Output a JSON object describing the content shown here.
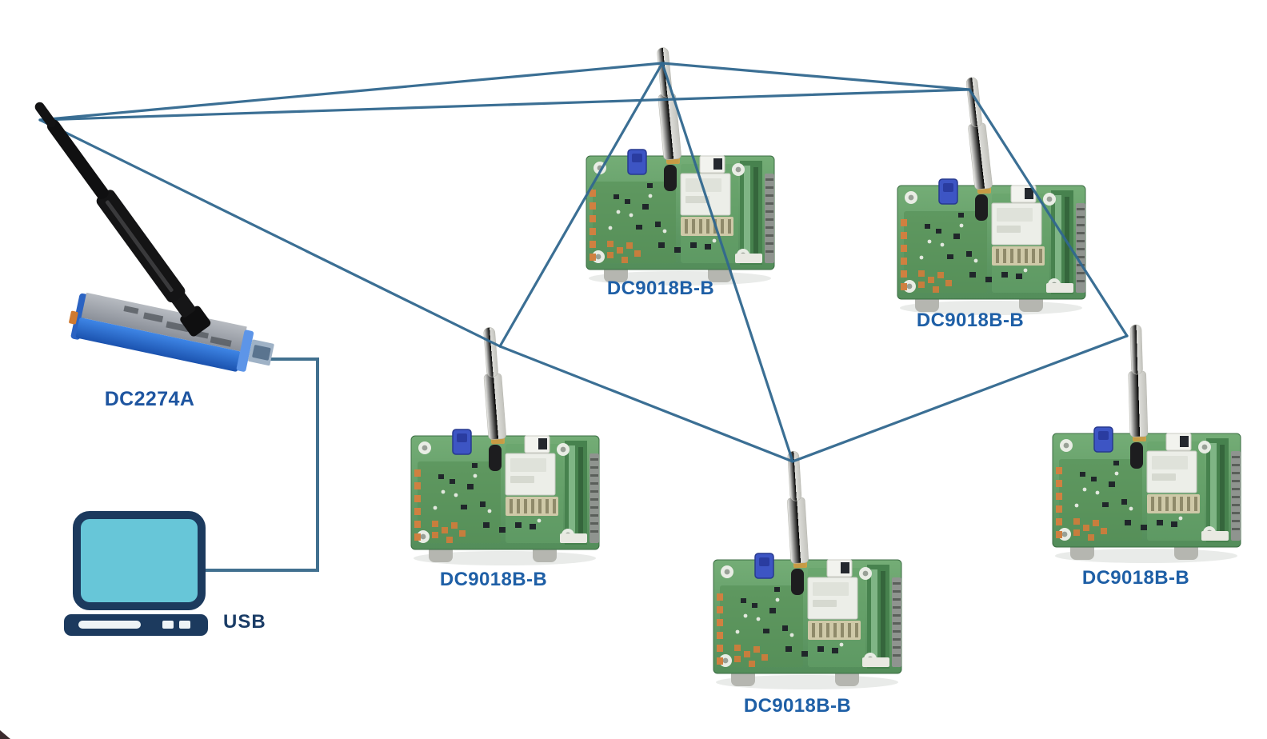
{
  "diagram": {
    "manager": {
      "label": "DC2274A"
    },
    "host_connection": {
      "label": "USB"
    },
    "motes": [
      {
        "id": "mote-top-center",
        "label": "DC9018B-B"
      },
      {
        "id": "mote-top-right",
        "label": "DC9018B-B"
      },
      {
        "id": "mote-mid-left",
        "label": "DC9018B-B"
      },
      {
        "id": "mote-bottom-center",
        "label": "DC9018B-B"
      },
      {
        "id": "mote-right",
        "label": "DC9018B-B"
      }
    ],
    "links": [
      {
        "from": "manager",
        "to": "mote-top-center"
      },
      {
        "from": "manager",
        "to": "mote-top-right"
      },
      {
        "from": "manager",
        "to": "mote-mid-left"
      },
      {
        "from": "mote-top-center",
        "to": "mote-top-right"
      },
      {
        "from": "mote-top-center",
        "to": "mote-mid-left"
      },
      {
        "from": "mote-top-center",
        "to": "mote-bottom-center"
      },
      {
        "from": "mote-top-right",
        "to": "mote-right"
      },
      {
        "from": "mote-mid-left",
        "to": "mote-bottom-center"
      },
      {
        "from": "mote-bottom-center",
        "to": "mote-right"
      }
    ],
    "colors": {
      "link": "#31688f",
      "usb_cable": "#41708f",
      "board_label": "#1e5fa6",
      "manager_label": "#1e55a0",
      "usb_label": "#1a3c66",
      "pcb_green": "#5f9a64",
      "dongle_blue": "#2b63c2",
      "computer_teal": "#67c6d8",
      "computer_navy": "#1c3a5e"
    }
  }
}
